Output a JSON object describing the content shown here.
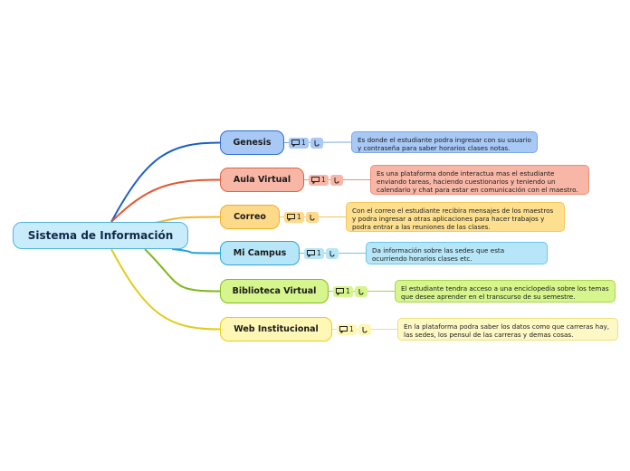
{
  "root": {
    "label": "Sistema de Información"
  },
  "badge": {
    "comment_count": "1"
  },
  "icons": {
    "comment": "comment-icon",
    "link": "link-icon"
  },
  "branches": [
    {
      "label": "Genesis",
      "fill": "#a8c8f5",
      "border": "#2d6fd1",
      "line": "#1d5fc1",
      "note": "Es donde el estudiante podra ingresar con su usuario y contraseña para saber horarios clases notas.",
      "note_fill": "#a8c8f5",
      "note_border": "#7ea8e6"
    },
    {
      "label": "Aula Virtual",
      "fill": "#f8b7a6",
      "border": "#e1623f",
      "line": "#e1572f",
      "note": "Es una plataforma donde interactua mas el estudiante enviando tareas, haciendo cuestionarios y teniendo un calendario y chat para estar en comunicación con el maestro.",
      "note_fill": "#f8b7a6",
      "note_border": "#ec8f77"
    },
    {
      "label": "Correo",
      "fill": "#fdd98a",
      "border": "#f3ae24",
      "line": "#f5b42a",
      "note": "Con el correo el estudiante recibira mensajes de los maestros y podra ingresar a otras aplicaciones para hacer trabajos y podra entrar a las reuniones de las clases.",
      "note_fill": "#fde08f",
      "note_border": "#f6c65a"
    },
    {
      "label": "Mi Campus",
      "fill": "#b6e6f7",
      "border": "#2aa9dc",
      "line": "#1fa2d8",
      "note": "Da información sobre las sedes que esta ocurriendo horarios clases etc.",
      "note_fill": "#b6e6f7",
      "note_border": "#6cc6ea"
    },
    {
      "label": "Biblioteca Virtual",
      "fill": "#d6f58c",
      "border": "#83bf1e",
      "line": "#7fb81d",
      "note": "El estudiante tendra acceso a una enciclopedia sobre los temas que desee aprender en el transcurso de su semestre.",
      "note_fill": "#d6f58c",
      "note_border": "#a9d64a"
    },
    {
      "label": "Web Institucional",
      "fill": "#fef7b5",
      "border": "#e6cf1b",
      "line": "#e2cc19",
      "note": "En la plataforma podra saber los datos como que carreras hay, las sedes, los pensul de las carreras y demas cosas.",
      "note_fill": "#fef8c6",
      "note_border": "#ede07a"
    }
  ]
}
